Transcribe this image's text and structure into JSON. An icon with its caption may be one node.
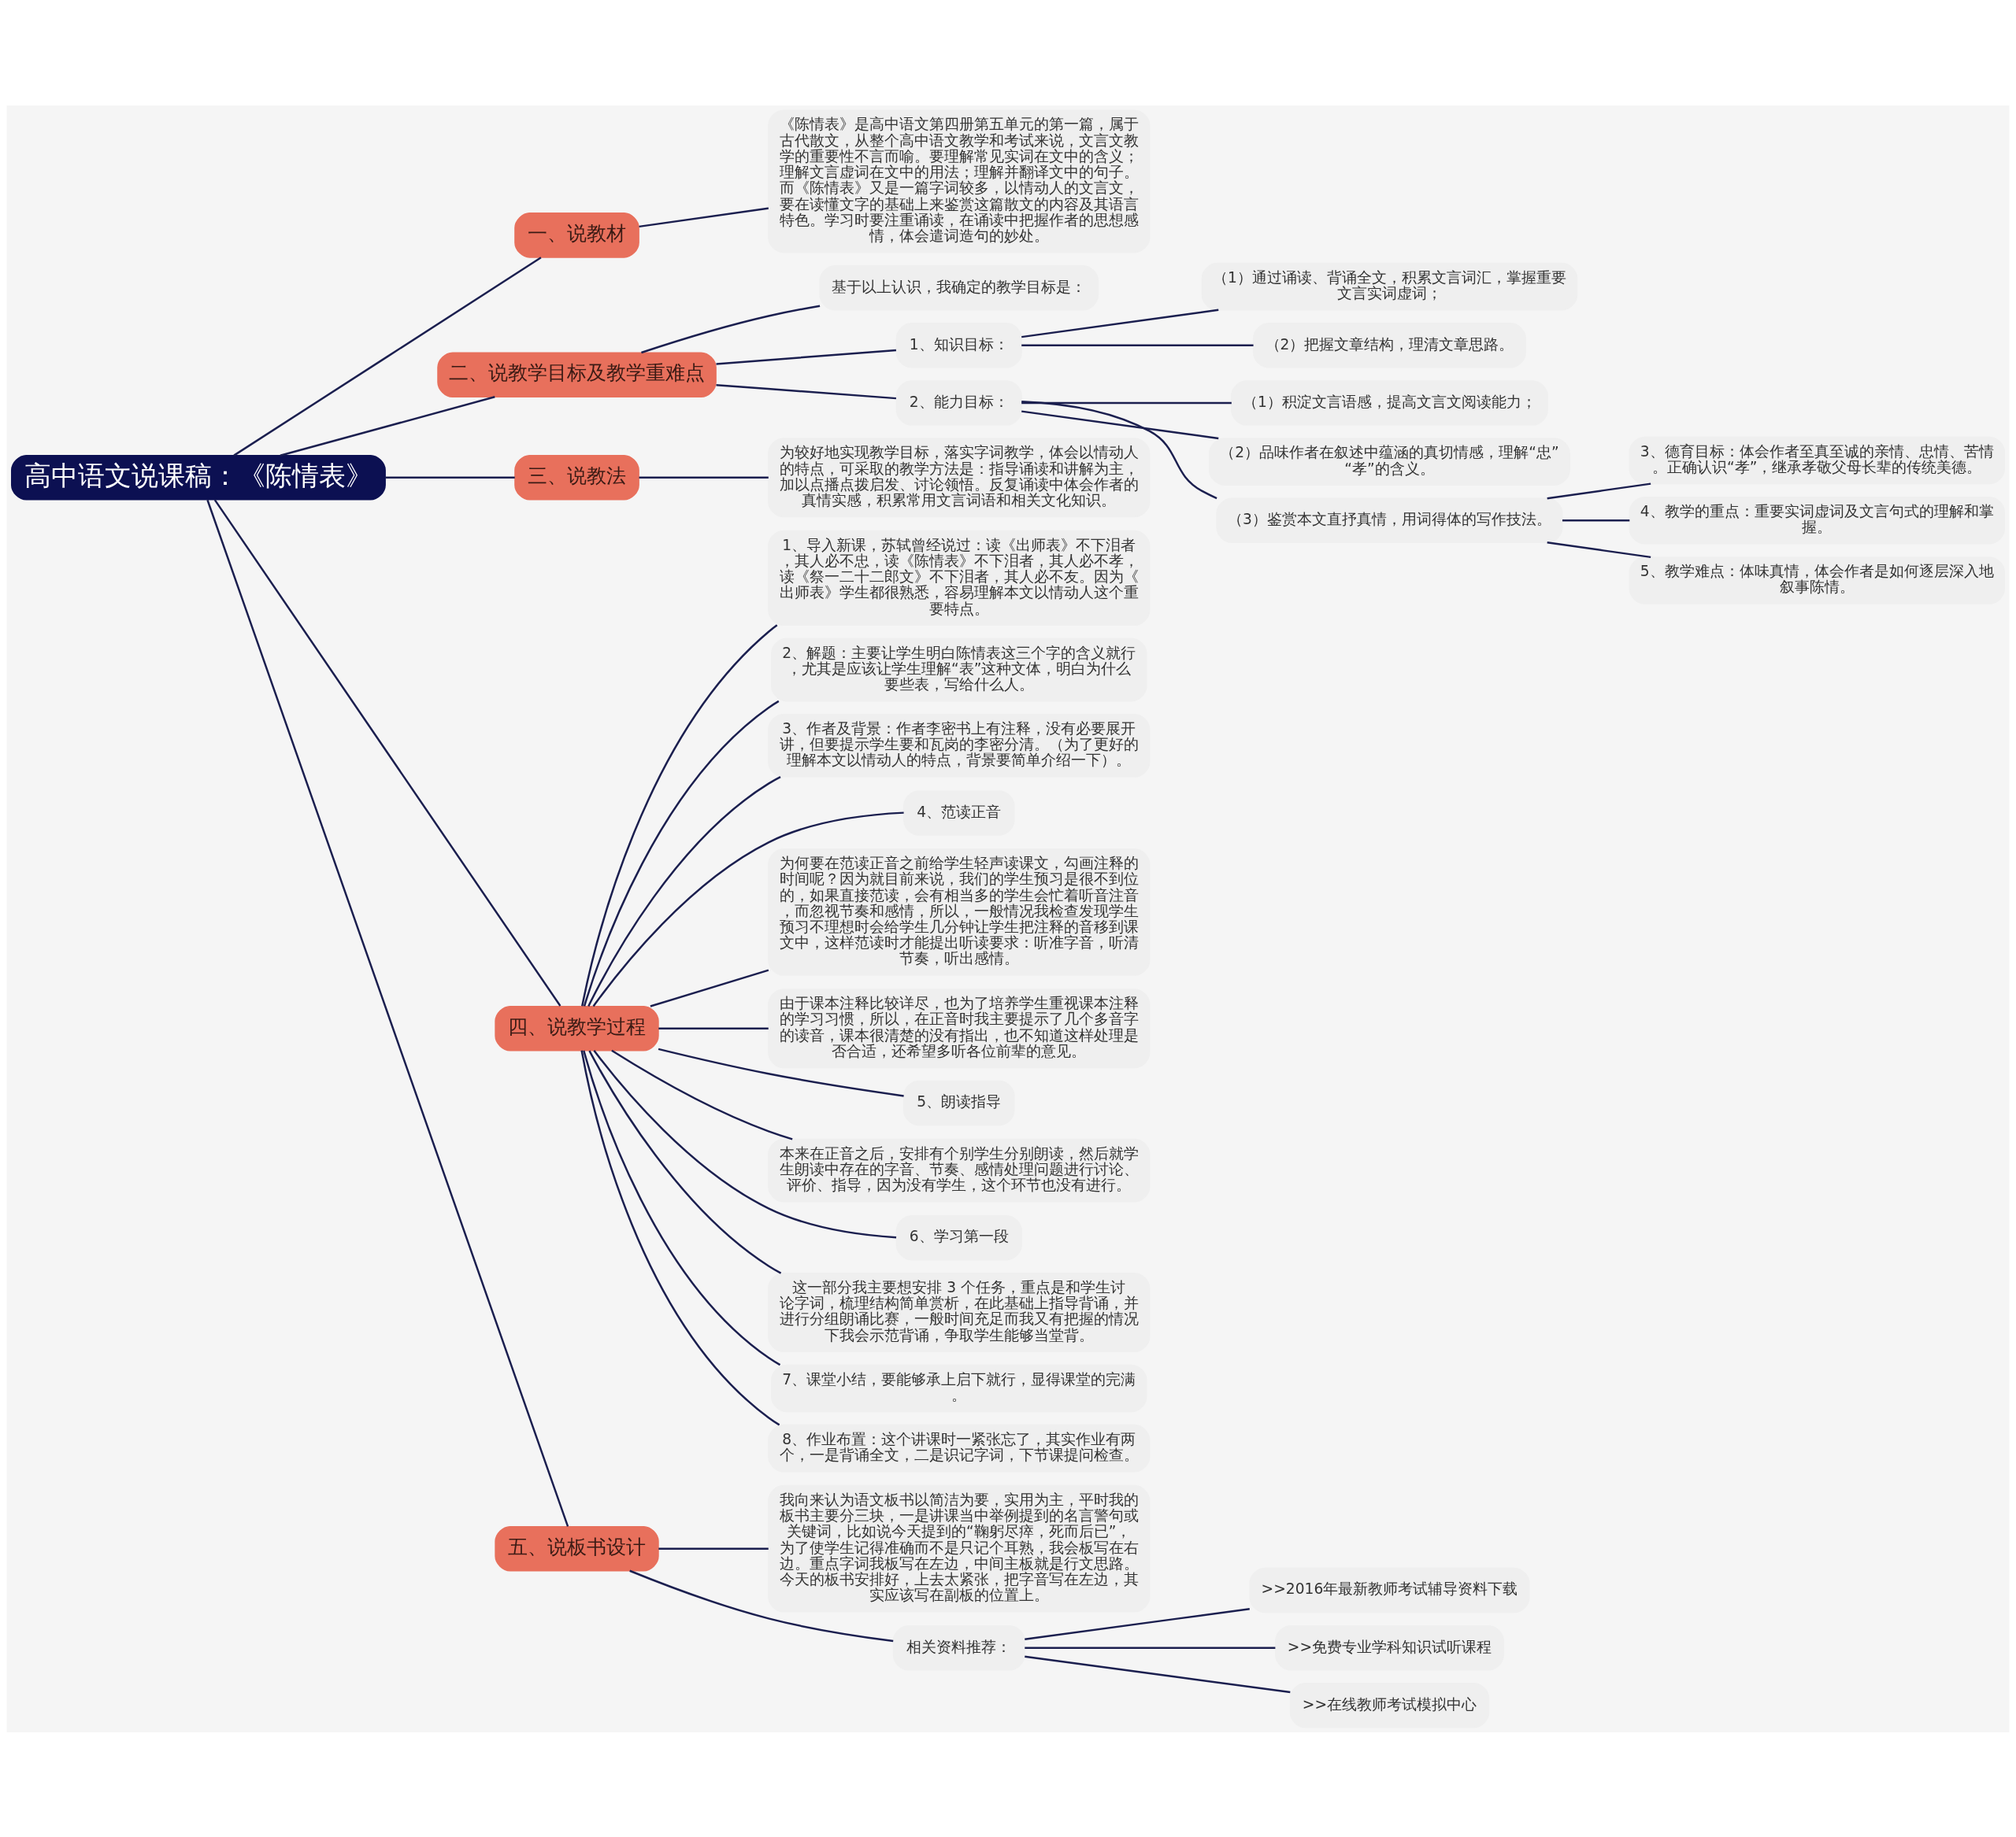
{
  "diagram": {
    "nodes": [
      {
        "text": [
          "高中语文说课稿：《陈情表》"
        ]
      },
      {
        "text": [
          "一、说教材"
        ]
      },
      {
        "text": [
          "《陈情表》是高中语文第四册第五单元的第一篇，属于古代散文，从整个高中语文教学和考试来说，文言文教学的重要性不言而喻。要理解常见实词在文中的含义；理解文言虚词在文中的用法；理解并翻译文中的句子。而《陈情表》又是一篇字词较多，以情动人的文言文，要在读懂文字的基础上来鉴赏这篇散文的内容及其语言特色。学习时要注重诵读，在诵读中把握作者的思想感情，体会遣词造句的妙处。"
        ]
      },
      {
        "text": [
          "二、说教学目标及教学重难点"
        ]
      },
      {
        "text": [
          "基于以上认识，我确定的教学目标是："
        ]
      },
      {
        "text": [
          "1、知识目标："
        ]
      },
      {
        "text": [
          "（1）通过诵读、背诵全文，积累文言词汇，掌握重要文言实词虚词；"
        ]
      },
      {
        "text": [
          "（2）把握文章结构，理清文章思路。"
        ]
      },
      {
        "text": [
          "2、能力目标："
        ]
      },
      {
        "text": [
          "（1）积淀文言语感，提高文言文阅读能力；"
        ]
      },
      {
        "text": [
          "（2）品味作者在叙述中蕴涵的真切情感，理解“忠”“孝”的含义。"
        ]
      },
      {
        "text": [
          "（3）鉴赏本文直抒真情，用词得体的写作技法。"
        ]
      },
      {
        "text": [
          "3、德育目标：体会作者至真至诚的亲情、忠情、苦情。正确认识“孝”，继承孝敬父母长辈的传统美德。"
        ]
      },
      {
        "text": [
          "4、教学的重点：重要实词虚词及文言句式的理解和掌握。"
        ]
      },
      {
        "text": [
          "5、教学难点：体味真情，体会作者是如何逐层深入地叙事陈情。"
        ]
      },
      {
        "text": [
          "三、说教法"
        ]
      },
      {
        "text": [
          "为较好地实现教学目标，落实字词教学，体会以情动人的特点，可采取的教学方法是：指导诵读和讲解为主，加以点播点拨启发、讨论领悟。反复诵读中体会作者的真情实感，积累常用文言词语和相关文化知识。"
        ]
      },
      {
        "text": [
          "四、说教学过程"
        ]
      },
      {
        "text": [
          "1、导入新课，苏轼曾经说过：读《出师表》不下泪者，其人必不忠，读《陈情表》不下泪者，其人必不孝，读《祭一二十二郎文》不下泪者，其人必不友。因为《出师表》学生都很熟悉，容易理解本文以情动人这个重要特点。"
        ]
      },
      {
        "text": [
          "2、解题：主要让学生明白陈情表这三个字的含义就行，尤其是应该让学生理解“表”这种文体，明白为什么要些表，写给什么人。"
        ]
      },
      {
        "text": [
          "3、作者及背景：作者李密书上有注释，没有必要展开讲，但要提示学生要和瓦岗的李密分清。（为了更好的理解本文以情动人的特点，背景要简单介绍一下）。"
        ]
      },
      {
        "text": [
          "4、范读正音"
        ]
      },
      {
        "text": [
          "为何要在范读正音之前给学生轻声读课文，勾画注释的时间呢？因为就目前来说，我们的学生预习是很不到位的，如果直接范读，会有相当多的学生会忙着听音注音，而忽视节奏和感情，所以，一般情况我检查发现学生预习不理想时会给学生几分钟让学生把注释的音移到课文中，这样范读时才能提出听读要求：听准字音，听清节奏，听出感情。"
        ]
      },
      {
        "text": [
          "由于课本注释比较详尽，也为了培养学生重视课本注释的学习习惯，所以，在正音时我主要提示了几个多音字的读音，课本很清楚的没有指出，也不知道这样处理是否合适，还希望多听各位前辈的意见。"
        ]
      },
      {
        "text": [
          "5、朗读指导"
        ]
      },
      {
        "text": [
          "本来在正音之后，安排有个别学生分别朗读，然后就学生朗读中存在的字音、节奏、感情处理问题进行讨论、评价、指导，因为没有学生，这个环节也没有进行。"
        ]
      },
      {
        "text": [
          "6、学习第一段"
        ]
      },
      {
        "text": [
          "这一部分我主要想安排 3 个任务，重点是和学生讨论字词，梳理结构简单赏析，在此基础上指导背诵，并进行分组朗诵比赛，一般时间充足而我又有把握的情况下我会示范背诵，争取学生能够当堂背。"
        ]
      },
      {
        "text": [
          "7、课堂小结，要能够承上启下就行，显得课堂的完满。"
        ]
      },
      {
        "text": [
          "8、作业布置：这个讲课时一紧张忘了，其实作业有两个，一是背诵全文，二是识记字词，下节课提问检查。"
        ]
      },
      {
        "text": [
          "五、说板书设计"
        ]
      },
      {
        "text": [
          "我向来认为语文板书以简洁为要，实用为主，平时我的板书主要分三块，一是讲课当中举例提到的名言警句或关键词，比如说今天提到的“鞠躬尽瘁，死而后已”，为了使学生记得准确而不是只记个耳熟，我会板写在右边。重点字词我板写在左边，中间主板就是行文思路。今天的板书安排好，上去太紧张，把字音写在左边，其实应该写在副板的位置上。"
        ]
      },
      {
        "text": [
          "相关资料推荐："
        ]
      },
      {
        "text": [
          ">>2016年最新教师考试辅导资料下载"
        ]
      },
      {
        "text": [
          ">>免费专业学科知识试听课程"
        ]
      },
      {
        "text": [
          ">>在线教师考试模拟中心"
        ]
      }
    ],
    "edges": [
      {
        "from": 0,
        "to": 1,
        "arrow": "none"
      },
      {
        "from": 1,
        "to": 2,
        "arrow": "none"
      },
      {
        "from": 0,
        "to": 3,
        "arrow": "none"
      },
      {
        "from": 3,
        "to": 4,
        "arrow": "none"
      },
      {
        "from": 3,
        "to": 5,
        "arrow": "none"
      },
      {
        "from": 5,
        "to": 6,
        "arrow": "none"
      },
      {
        "from": 5,
        "to": 7,
        "arrow": "none"
      },
      {
        "from": 3,
        "to": 8,
        "arrow": "none"
      },
      {
        "from": 8,
        "to": 9,
        "arrow": "none"
      },
      {
        "from": 8,
        "to": 10,
        "arrow": "none"
      },
      {
        "from": 8,
        "to": 11,
        "arrow": "none"
      },
      {
        "from": 11,
        "to": 12,
        "arrow": "none"
      },
      {
        "from": 11,
        "to": 13,
        "arrow": "none"
      },
      {
        "from": 11,
        "to": 14,
        "arrow": "none"
      },
      {
        "from": 0,
        "to": 15,
        "arrow": "none"
      },
      {
        "from": 15,
        "to": 16,
        "arrow": "none"
      },
      {
        "from": 0,
        "to": 17,
        "arrow": "none"
      },
      {
        "from": 17,
        "to": 18,
        "arrow": "none"
      },
      {
        "from": 17,
        "to": 19,
        "arrow": "none"
      },
      {
        "from": 17,
        "to": 20,
        "arrow": "none"
      },
      {
        "from": 17,
        "to": 21,
        "arrow": "none"
      },
      {
        "from": 17,
        "to": 22,
        "arrow": "none"
      },
      {
        "from": 17,
        "to": 23,
        "arrow": "none"
      },
      {
        "from": 17,
        "to": 24,
        "arrow": "none"
      },
      {
        "from": 17,
        "to": 25,
        "arrow": "none"
      },
      {
        "from": 17,
        "to": 26,
        "arrow": "none"
      },
      {
        "from": 17,
        "to": 27,
        "arrow": "none"
      },
      {
        "from": 17,
        "to": 28,
        "arrow": "none"
      },
      {
        "from": 17,
        "to": 29,
        "arrow": "none"
      },
      {
        "from": 0,
        "to": 30,
        "arrow": "none"
      },
      {
        "from": 30,
        "to": 31,
        "arrow": "none"
      },
      {
        "from": 30,
        "to": 32,
        "arrow": "none"
      },
      {
        "from": 32,
        "to": 33,
        "arrow": "none"
      },
      {
        "from": 32,
        "to": 34,
        "arrow": "none"
      },
      {
        "from": 32,
        "to": 35,
        "arrow": "none"
      }
    ]
  }
}
